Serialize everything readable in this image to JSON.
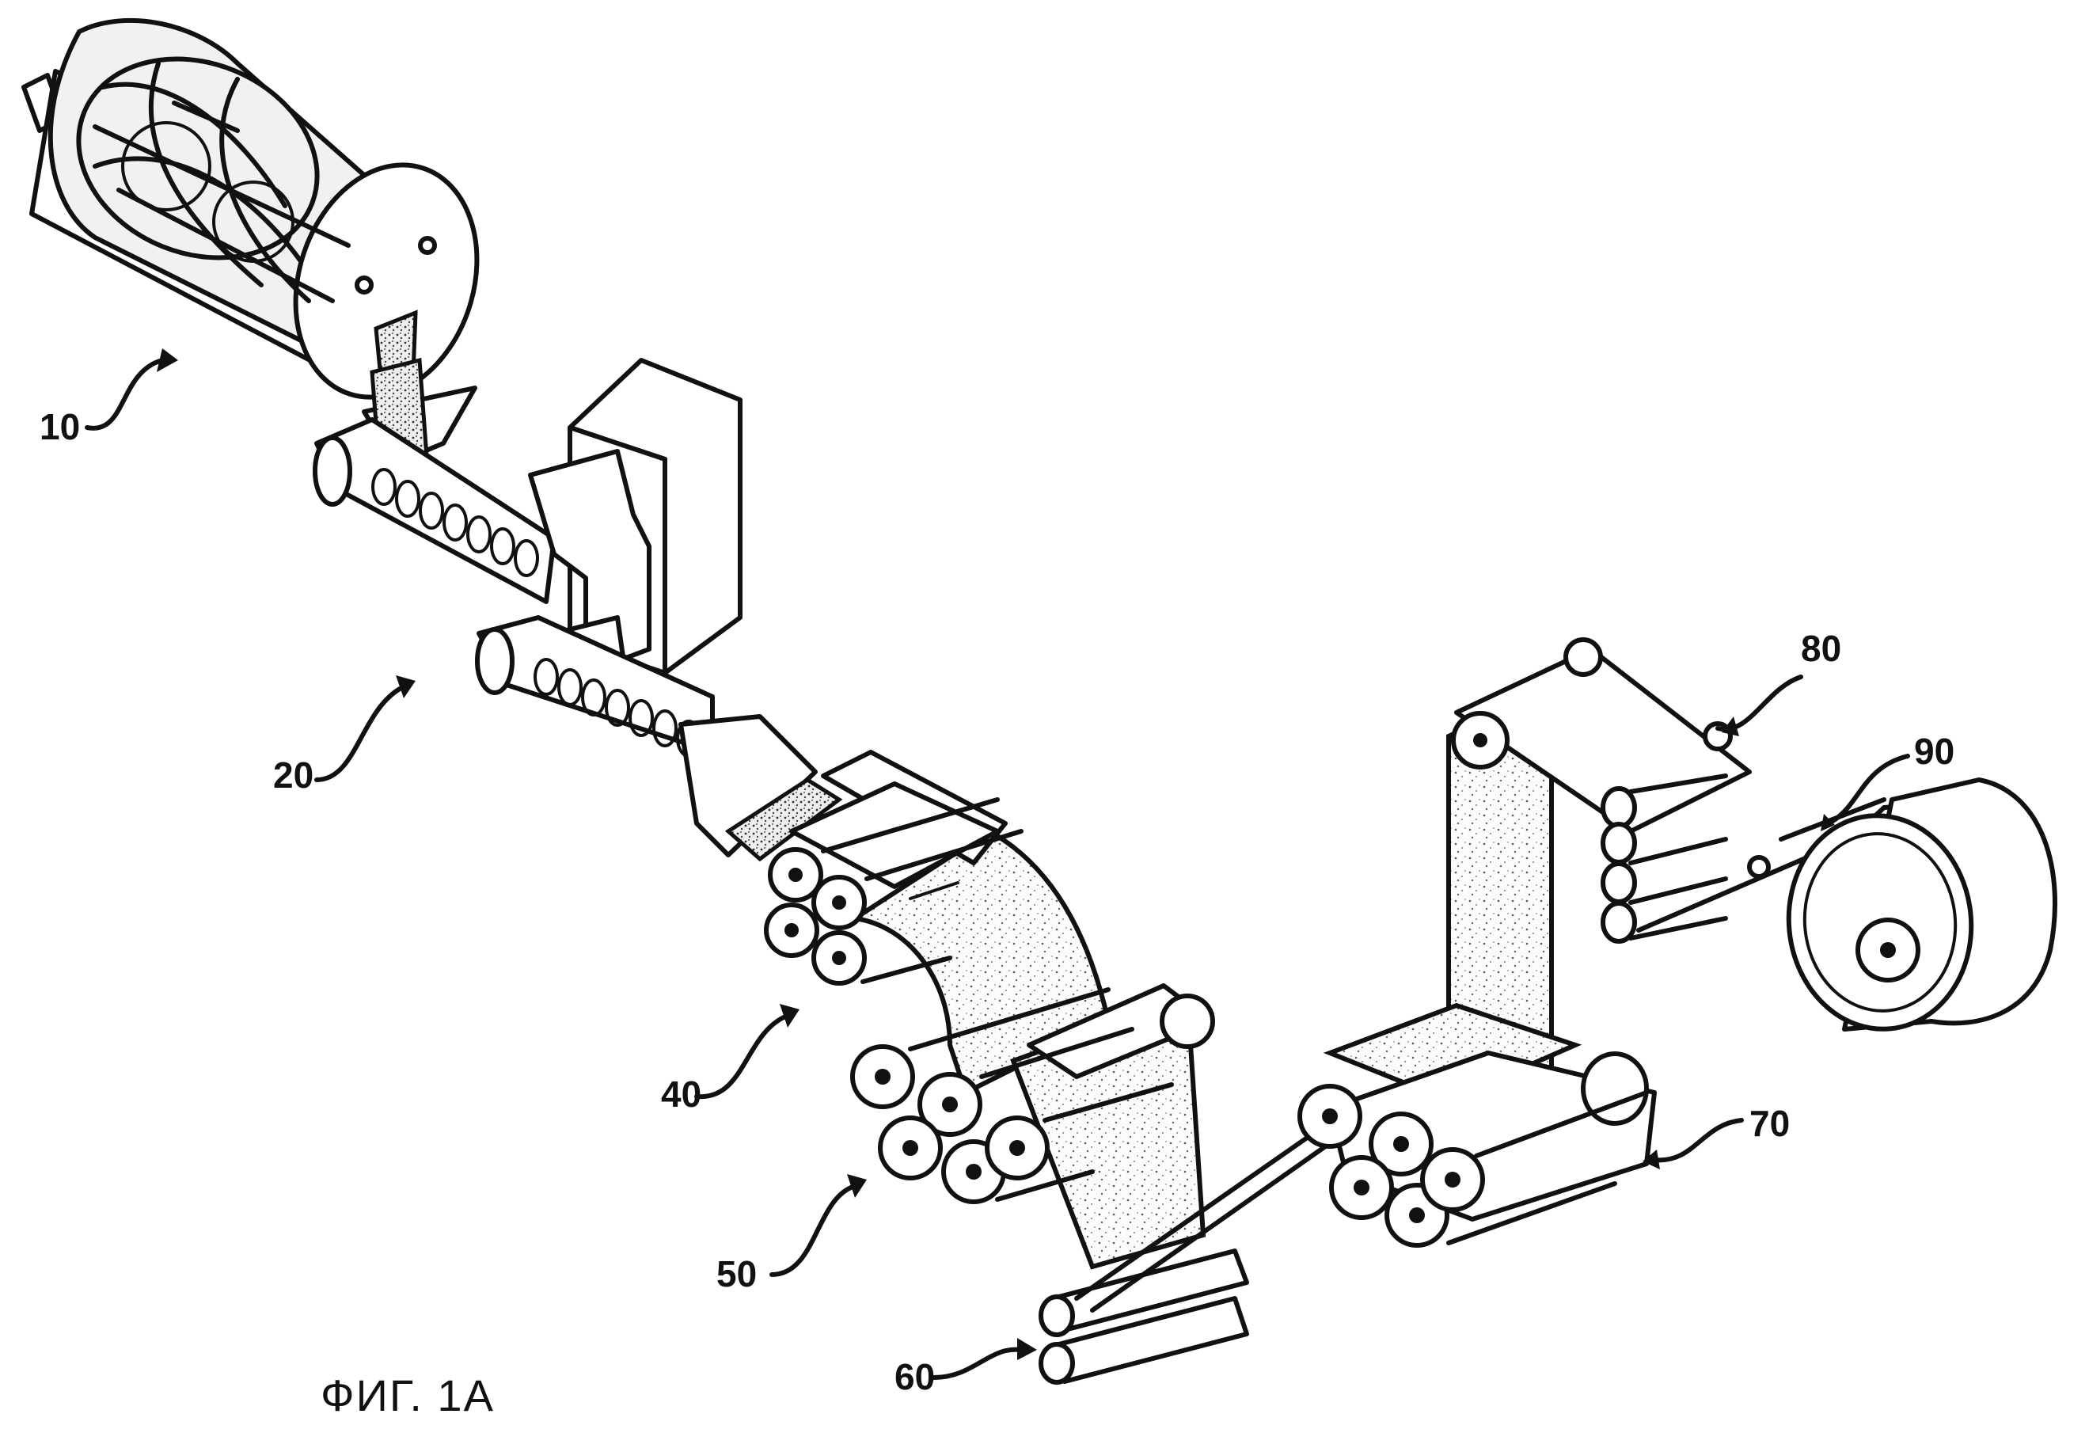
{
  "figure": {
    "caption": "ФИГ. 1А",
    "labels": {
      "mixer": "10",
      "extruder": "20",
      "calender_1": "40",
      "calender_2": "50",
      "rolls_60": "60",
      "calender_3": "70",
      "rolls_80": "80",
      "winder": "90"
    }
  }
}
